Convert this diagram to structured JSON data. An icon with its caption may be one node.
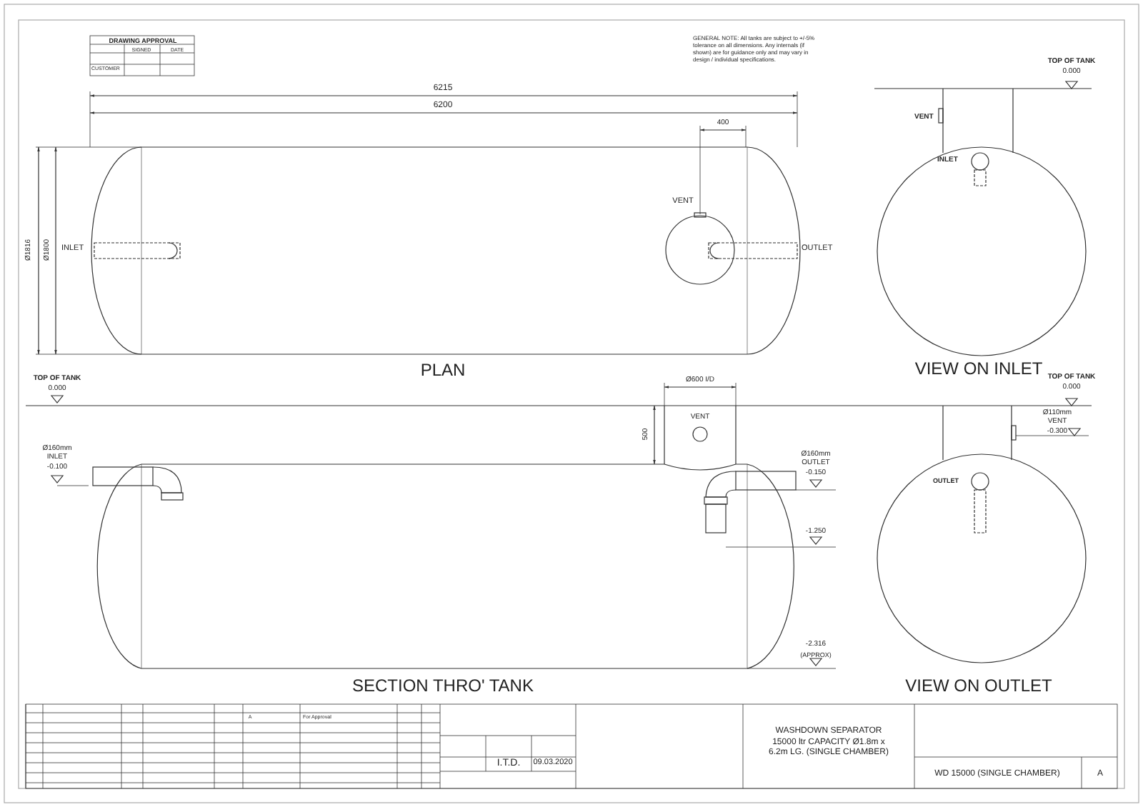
{
  "diagram": {
    "labels": [
      "DRAWING APPROVAL",
      "SIGNED",
      "DATE",
      "CUSTOMER",
      "GENERAL NOTE: All tanks are subject to +/-5% tolerance on all dimensions. Any internals (if shown) are for guidance only and may vary in design / individual specifications.",
      "6215",
      "6200",
      "400",
      "VENT",
      "Ø1816",
      "Ø1800",
      "INLET",
      "OUTLET",
      "PLAN",
      "TOP OF TANK",
      "0.000",
      "VENT",
      "INLET",
      "VIEW ON INLET",
      "TOP OF TANK",
      "0.000",
      "Ø600 I/D",
      "500",
      "VENT",
      "Ø160mm INLET -0.100",
      "Ø160mm OUTLET -0.150",
      "-1.250",
      "-2.316",
      "(APPROX)",
      "SECTION THRO' TANK",
      "TOP OF TANK",
      "0.000",
      "Ø110mm VENT -0.300",
      "OUTLET",
      "VIEW ON OUTLET",
      "A",
      "For Approval",
      "I.T.D.",
      "09.03.2020",
      "WASHDOWN SEPARATOR 15000 ltr CAPACITY Ø1.8m x 6.2m LG. (SINGLE CHAMBER)",
      "WD 15000 (SINGLE CHAMBER)",
      "A"
    ]
  }
}
